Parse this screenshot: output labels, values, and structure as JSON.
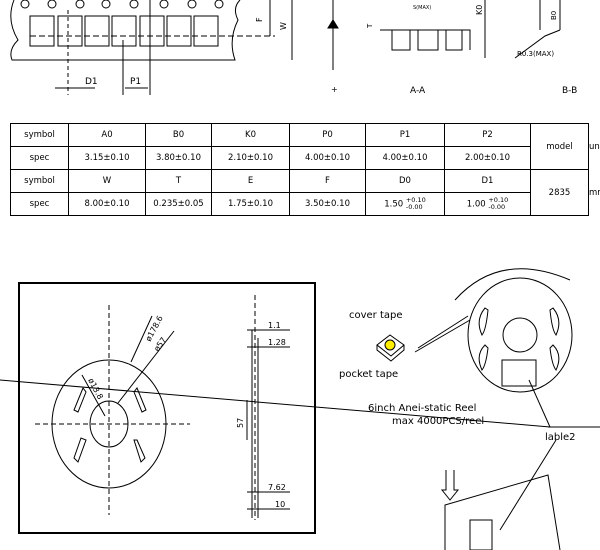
{
  "tape_drawing": {
    "labels": {
      "d1": "D1",
      "p1": "P1",
      "f": "F",
      "w": "W",
      "t": "T",
      "k0": "K0",
      "b0": "B0",
      "s_max": "S(MAX)",
      "r_max": "R0.3(MAX)",
      "section_aa": "A-A",
      "section_bb": "B-B",
      "plus": "+"
    }
  },
  "spec_table": {
    "row1": {
      "header": "symbol",
      "cells": [
        "A0",
        "B0",
        "K0",
        "P0",
        "P1",
        "P2"
      ],
      "model_header": "model",
      "unit_header": "unit"
    },
    "row2": {
      "header": "spec",
      "cells": [
        "3.15±0.10",
        "3.80±0.10",
        "2.10±0.10",
        "4.00±0.10",
        "4.00±0.10",
        "2.00±0.10"
      ]
    },
    "row3": {
      "header": "symbol",
      "cells": [
        "W",
        "T",
        "E",
        "F",
        "D0",
        "D1"
      ]
    },
    "row4": {
      "header": "spec",
      "cells": [
        "8.00±0.10",
        "0.235±0.05",
        "1.75±0.10",
        "3.50±0.10"
      ],
      "d0": {
        "nominal": "1.50",
        "plus": "+0.10",
        "minus": "-0.00"
      },
      "d1": {
        "nominal": "1.00",
        "plus": "+0.10",
        "minus": "-0.00"
      }
    },
    "model": "2835",
    "unit": "mm"
  },
  "reel_drawing": {
    "dims": {
      "outer": "ø178.6",
      "hub": "ø57",
      "bore": "ø13.8",
      "hub_height": "57",
      "w1": "1.1",
      "w2": "1.28",
      "w3": "7.62",
      "w4": "10"
    }
  },
  "packing": {
    "cover_tape": "cover tape",
    "pocket_tape": "pocket tape",
    "reel_line1": "6inch Anei-static Reel",
    "reel_line2": "max 4000PCS/reel",
    "label": "lable2",
    "led_color": "#ffee00"
  }
}
